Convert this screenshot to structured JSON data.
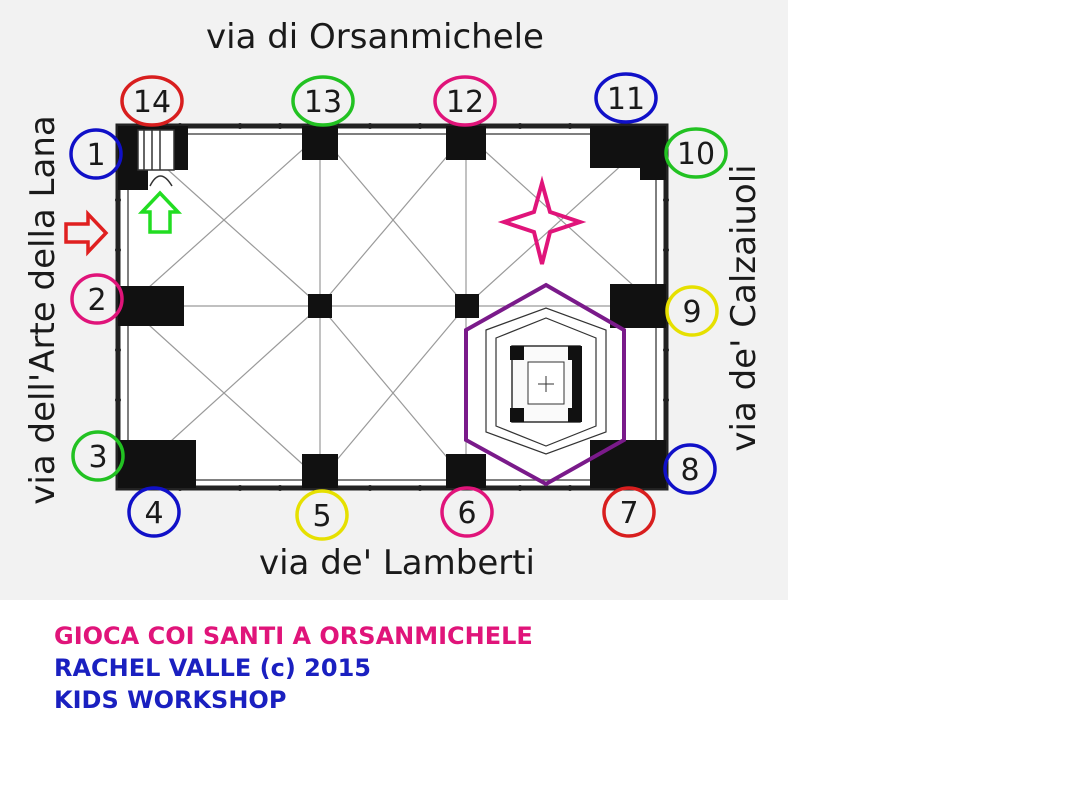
{
  "streets": {
    "north": "via di Orsanmichele",
    "south": "via de' Lamberti",
    "west": "via dell'Arte della Lana",
    "east": "via de' Calzaiuoli"
  },
  "niches": [
    {
      "n": "1",
      "color": "#1010c8"
    },
    {
      "n": "2",
      "color": "#e0147a"
    },
    {
      "n": "3",
      "color": "#22c222"
    },
    {
      "n": "4",
      "color": "#1010c8"
    },
    {
      "n": "5",
      "color": "#e6e000"
    },
    {
      "n": "6",
      "color": "#e0147a"
    },
    {
      "n": "7",
      "color": "#d81e1e"
    },
    {
      "n": "8",
      "color": "#1010c8"
    },
    {
      "n": "9",
      "color": "#e6e000"
    },
    {
      "n": "10",
      "color": "#22c222"
    },
    {
      "n": "11",
      "color": "#1010c8"
    },
    {
      "n": "12",
      "color": "#e0147a"
    },
    {
      "n": "13",
      "color": "#22c222"
    },
    {
      "n": "14",
      "color": "#d81e1e"
    }
  ],
  "markers": {
    "entrance_arrow_color": "#e02020",
    "stair_arrow_color": "#22dd22",
    "star_color": "#e0147a",
    "tabernacle_outline_color": "#7a1a8a"
  },
  "credits": {
    "title": "GIOCA COI SANTI A ORSANMICHELE",
    "title_color": "#e0147a",
    "author": "RACHEL VALLE (c) 2015",
    "workshop": "KIDS WORKSHOP",
    "text_color": "#1a20c0"
  }
}
